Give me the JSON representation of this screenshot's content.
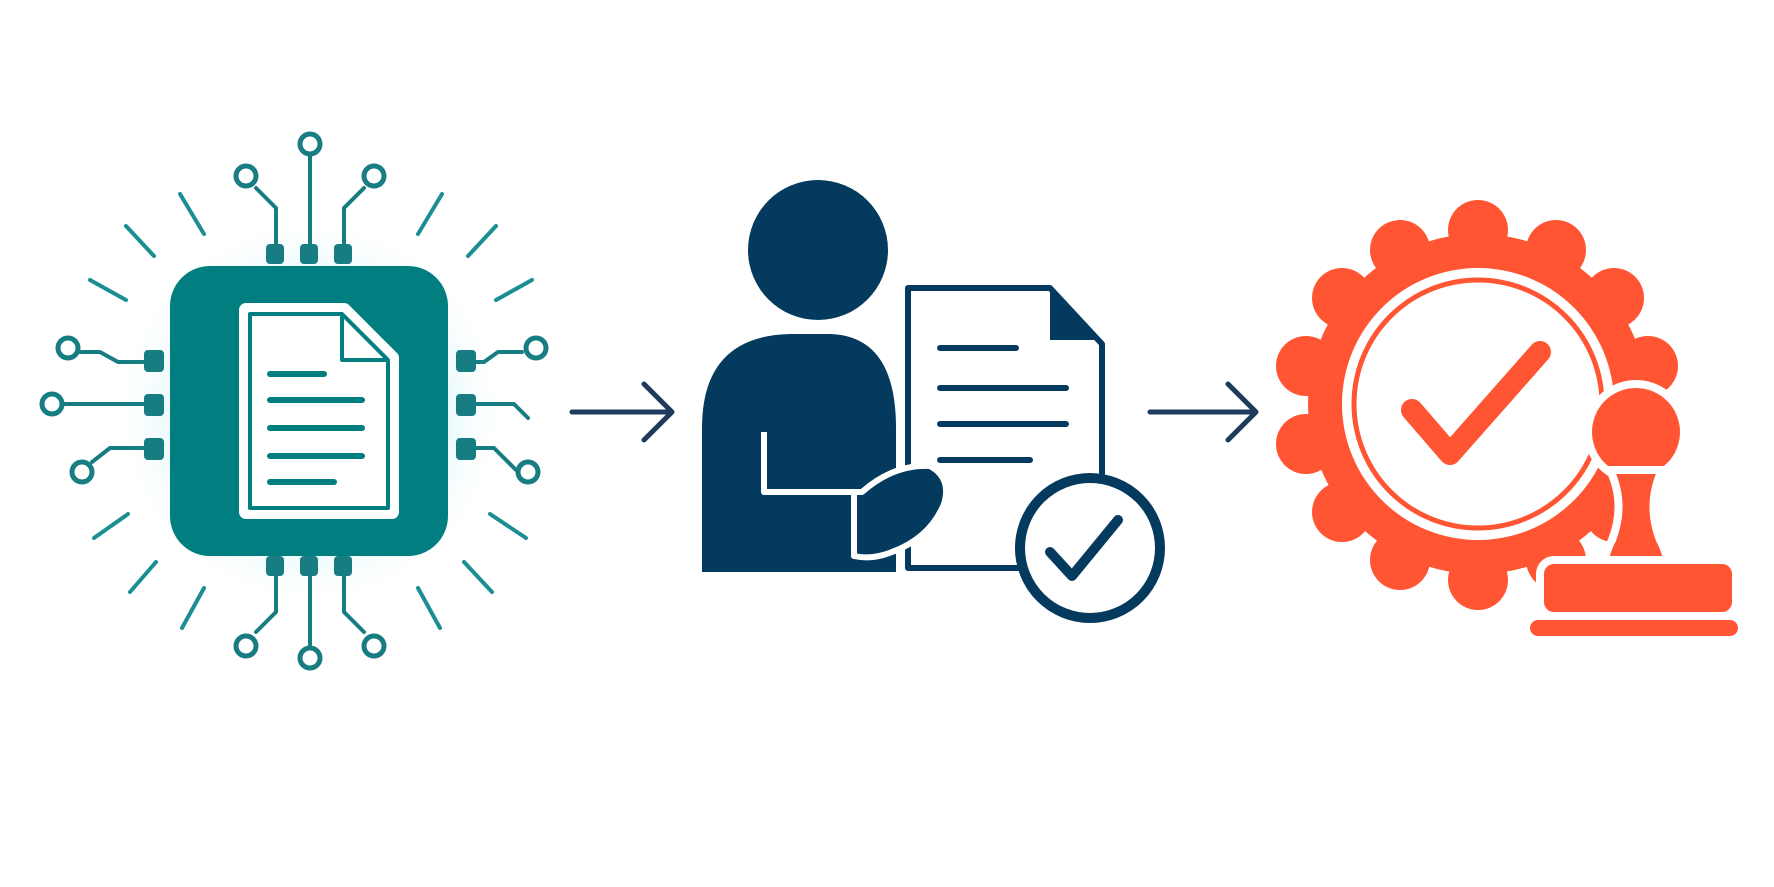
{
  "diagram": {
    "type": "process-flow",
    "steps": [
      {
        "id": "ai-document-processing",
        "icon": "ai-chip-document-icon",
        "color": "#017F80"
      },
      {
        "id": "human-review",
        "icon": "person-document-check-icon",
        "color": "#053A5F"
      },
      {
        "id": "official-approval",
        "icon": "approval-seal-stamp-icon",
        "color": "#FF5533"
      }
    ],
    "connectors": [
      {
        "from": "ai-document-processing",
        "to": "human-review",
        "icon": "arrow-right-icon"
      },
      {
        "from": "human-review",
        "to": "official-approval",
        "icon": "arrow-right-icon"
      }
    ],
    "colors": {
      "background": "#FFFFFF",
      "arrow": "#1E3A5C"
    }
  }
}
